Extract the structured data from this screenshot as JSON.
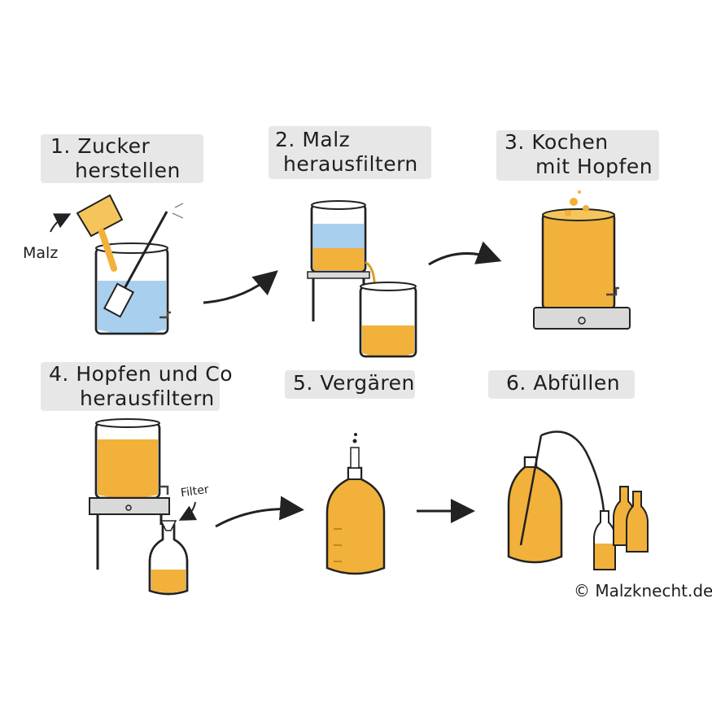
{
  "steps": [
    {
      "number": "1.",
      "line1": "Zucker",
      "line2": "herstellen"
    },
    {
      "number": "2.",
      "line1": "Malz",
      "line2": "herausfiltern"
    },
    {
      "number": "3.",
      "line1": "Kochen",
      "line2": "mit Hopfen"
    },
    {
      "number": "4.",
      "line1": "Hopfen und Co",
      "line2": "herausfiltern"
    },
    {
      "number": "5.",
      "line1": "Vergären",
      "line2": ""
    },
    {
      "number": "6.",
      "line1": "Abfüllen",
      "line2": ""
    }
  ],
  "labels": {
    "malt": "Malz",
    "filter": "Filter"
  },
  "credit": "© Malzknecht.de",
  "colors": {
    "water": "#a9cfee",
    "wort": "#f1b13a",
    "wort_dark": "#e09a22",
    "outline": "#222222",
    "band": "#e3e3e3",
    "metal": "#d9d9d9"
  }
}
